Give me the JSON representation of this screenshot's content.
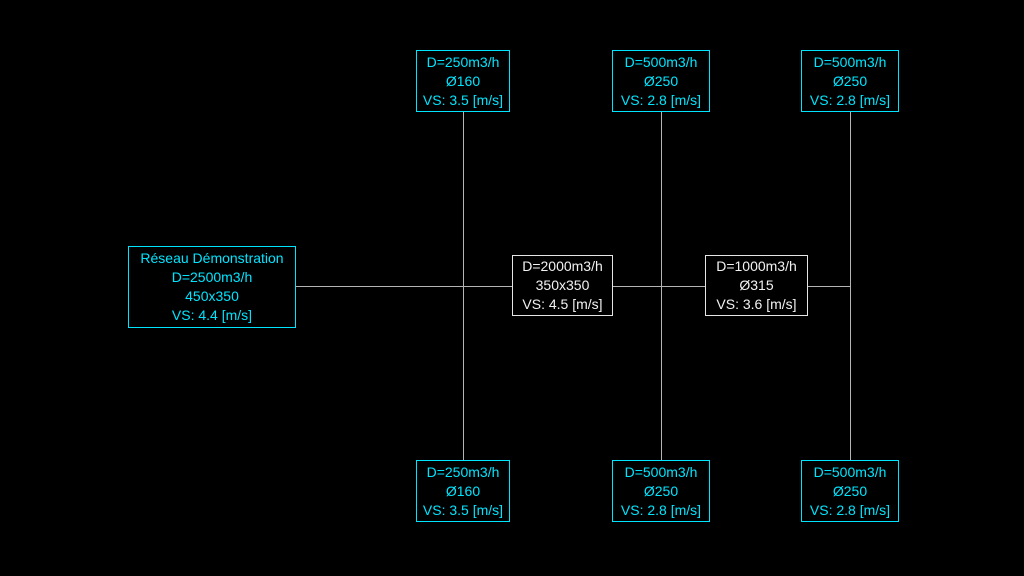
{
  "colors": {
    "background": "#000000",
    "accent_cyan": "#00e5ff",
    "neutral_white": "#f2f2f2",
    "connector_gray": "#b4b4b4"
  },
  "nodes": {
    "root": {
      "lines": [
        "Réseau Démonstration",
        "D=2500m3/h",
        "450x350",
        "VS: 4.4 [m/s]"
      ]
    },
    "mid_left": {
      "lines": [
        "D=2000m3/h",
        "350x350",
        "VS: 4.5 [m/s]"
      ]
    },
    "mid_right": {
      "lines": [
        "D=1000m3/h",
        "Ø315",
        "VS: 3.6 [m/s]"
      ]
    },
    "top_left": {
      "lines": [
        "D=250m3/h",
        "Ø160",
        "VS: 3.5 [m/s]"
      ]
    },
    "top_center": {
      "lines": [
        "D=500m3/h",
        "Ø250",
        "VS: 2.8 [m/s]"
      ]
    },
    "top_right": {
      "lines": [
        "D=500m3/h",
        "Ø250",
        "VS: 2.8 [m/s]"
      ]
    },
    "bottom_left": {
      "lines": [
        "D=250m3/h",
        "Ø160",
        "VS: 3.5 [m/s]"
      ]
    },
    "bottom_center": {
      "lines": [
        "D=500m3/h",
        "Ø250",
        "VS: 2.8 [m/s]"
      ]
    },
    "bottom_right": {
      "lines": [
        "D=500m3/h",
        "Ø250",
        "VS: 2.8 [m/s]"
      ]
    }
  }
}
